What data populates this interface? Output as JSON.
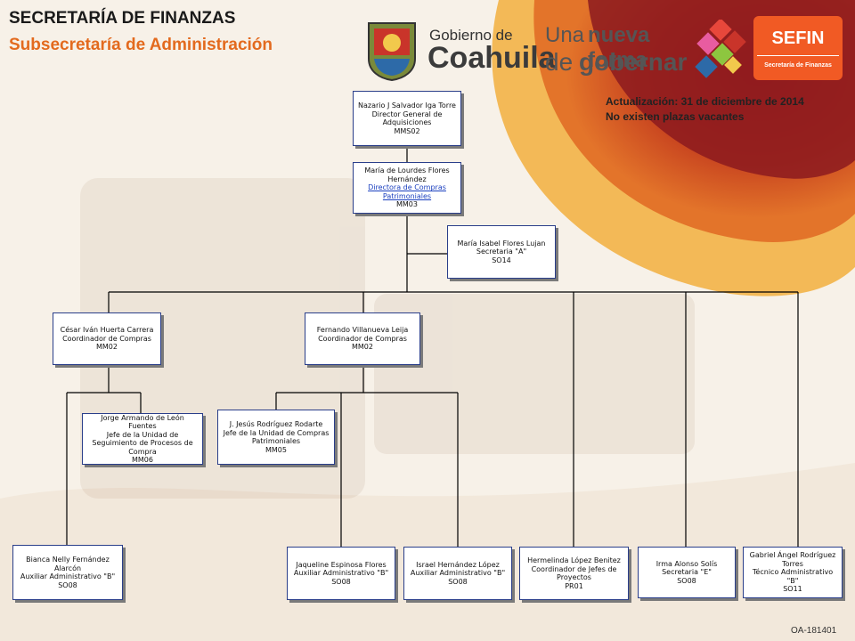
{
  "header": {
    "title": "SECRETARÍA DE FINANZAS",
    "subtitle": "Subsecretaría de Administración",
    "update_line1": "Actualización: 31  de diciembre de 2014",
    "update_line2": "No existen plazas vacantes"
  },
  "logos": {
    "gobierno_de": "Gobierno de",
    "coahuila": "Coahuila",
    "una": "Una",
    "nueva_forma": "nueva forma",
    "de": "de",
    "gobernar": "gobernar",
    "sefin": "SEFIN",
    "sefin_sub": "Secretaría de Finanzas"
  },
  "org": {
    "director": {
      "name": "Nazario J Salvador Iga Torre",
      "title": "Director General de Adquisiciones",
      "code": "MMS02"
    },
    "directora": {
      "name": "María de Lourdes Flores Hernández",
      "title": "Directora de Compras Patrimoniales",
      "code": "MM03"
    },
    "secretaria_a": {
      "name": "María Isabel Flores Lujan",
      "title": "Secretaria \"A\"",
      "code": "SO14"
    },
    "coord_cesar": {
      "name": "César Iván Huerta Carrera",
      "title": "Coordinador de Compras",
      "code": "MM02"
    },
    "coord_fernando": {
      "name": "Fernando Villanueva Leija",
      "title": "Coordinador de Compras",
      "code": "MM02"
    },
    "jefe_jorge": {
      "name": "Jorge Armando de León Fuentes",
      "title": "Jefe de la Unidad de Seguimiento de Procesos de Compra",
      "code": "MM06"
    },
    "jefe_jesus": {
      "name": "J. Jesús Rodríguez Rodarte",
      "title": "Jefe de la Unidad de Compras Patrimoniales",
      "code": "MM05"
    },
    "bianca": {
      "name": "Bianca Nelly Fernández Alarcón",
      "title": "Auxiliar Administrativo \"B\"",
      "code": "SO08"
    },
    "jaqueline": {
      "name": "Jaqueline Espinosa Flores",
      "title": "Auxiliar Administrativo \"B\"",
      "code": "SO08"
    },
    "israel": {
      "name": "Israel Hernández López",
      "title": "Auxiliar Administrativo \"B\"",
      "code": "SO08"
    },
    "hermelinda": {
      "name": "Hermelinda López Benitez",
      "title": "Coordinador de Jefes de Proyectos",
      "code": "PR01"
    },
    "irma": {
      "name": "Irma Alonso Solís",
      "title": "Secretaria \"E\"",
      "code": "SO08"
    },
    "gabriel": {
      "name": "Gabriel Ángel Rodríguez Torres",
      "title": "Técnico Administrativo \"B\"",
      "code": "SO11"
    }
  },
  "footer": {
    "code": "OA-181401"
  },
  "colors": {
    "title_orange": "#e36a1e",
    "box_border": "#2a3e8a",
    "accent_red": "#c9342a",
    "sefin_orange": "#f15a24"
  }
}
